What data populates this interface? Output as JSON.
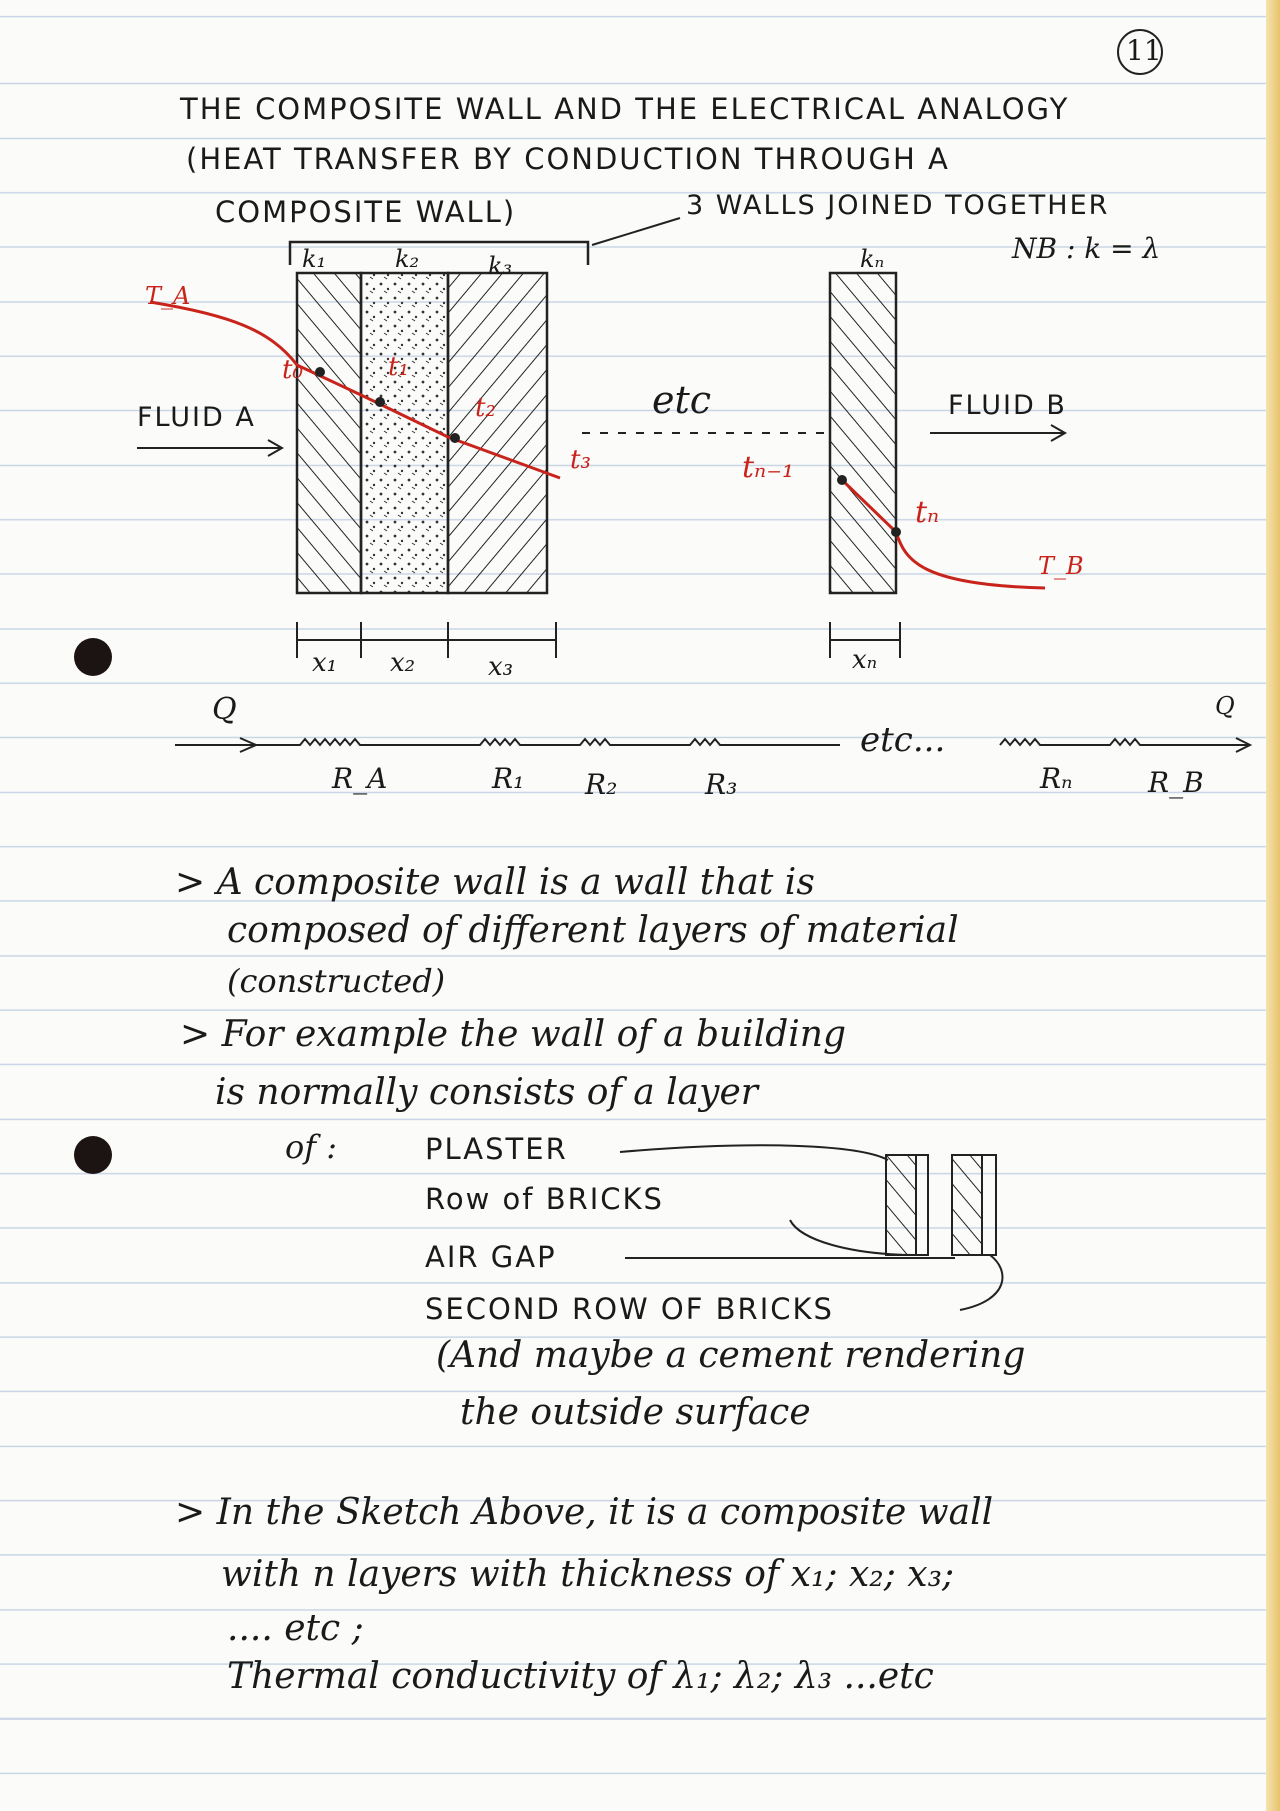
{
  "page_number": "11",
  "title": {
    "line1": "THE COMPOSITE WALL AND THE ELECTRICAL ANALOGY",
    "line2": "(HEAT TRANSFER BY CONDUCTION THROUGH A",
    "line3": "COMPOSITE WALL)"
  },
  "diagram": {
    "annotation": "3 WALLS JOINED TOGETHER",
    "nb_note": "NB : k = λ",
    "layer_labels": [
      "k₁",
      "k₂",
      "k₃",
      "kₙ"
    ],
    "temp_labels": {
      "TA": "T_A",
      "t0": "t₀",
      "t1": "t₁",
      "t2": "t₂",
      "t3": "t₃",
      "tn1": "tₙ₋₁",
      "tn": "tₙ",
      "TB": "T_B"
    },
    "fluid_a": "FLUID A",
    "fluid_b": "FLUID B",
    "etc": "etc",
    "thickness_labels": [
      "x₁",
      "x₂",
      "x₃",
      "xₙ"
    ],
    "heat_in": "Q",
    "heat_out": "Q",
    "circuit_etc": "etc...",
    "resistor_labels": [
      "R_A",
      "R₁",
      "R₂",
      "R₃",
      "Rₙ",
      "R_B"
    ],
    "curve_color": "#c8241c"
  },
  "notes": {
    "p1_l1": "> A composite wall is a wall that is",
    "p1_l2": "composed of different layers of material",
    "p1_l3": "(constructed)",
    "p2_l1": "> For example the wall of a building",
    "p2_l2": "is normally consists of a layer",
    "p2_of": "of :",
    "layers": [
      "PLASTER",
      "Row of BRICKS",
      "AIR GAP",
      "SECOND ROW OF BRICKS"
    ],
    "p2_l3": "(And maybe a cement rendering",
    "p2_l4": "the outside surface",
    "p3_l1": "> In the Sketch Above, it is a composite wall",
    "p3_l2": "with n layers with thickness of x₁; x₂; x₃;",
    "p3_l3": ".... etc ;",
    "p3_l4": "Thermal conductivity of λ₁; λ₂; λ₃ ...etc"
  }
}
